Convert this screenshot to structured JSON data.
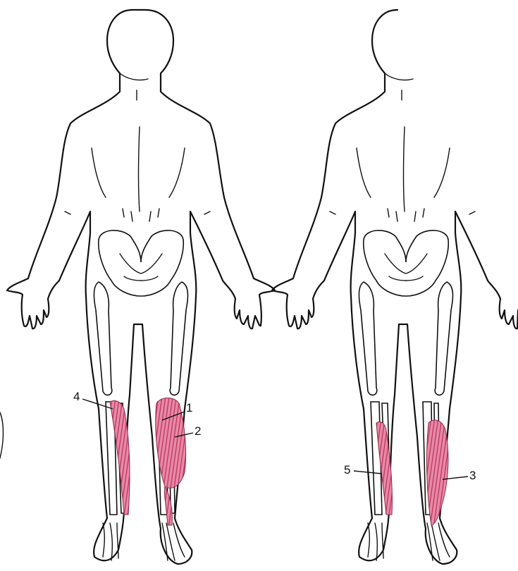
{
  "figure": {
    "colors": {
      "muscle": "#e07a99",
      "muscle_stripe": "#b8345e",
      "outline": "#111111",
      "background": "#ffffff"
    },
    "labels": [
      "1",
      "2",
      "3",
      "4",
      "5"
    ]
  }
}
